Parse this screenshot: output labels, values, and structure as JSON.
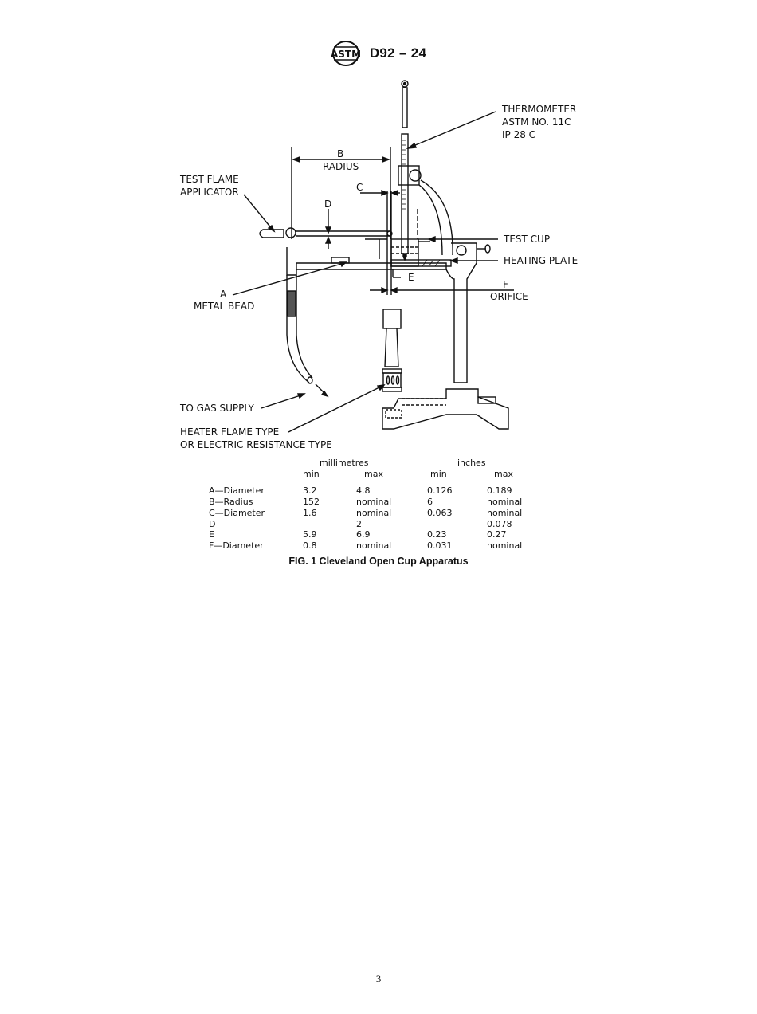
{
  "header": {
    "logo": "astm-logo-icon",
    "designation": "D92 – 24"
  },
  "figure": {
    "labels": {
      "thermometer_1": "THERMOMETER",
      "thermometer_2": "ASTM NO. 11C",
      "thermometer_3": "IP 28 C",
      "b": "B",
      "radius": "RADIUS",
      "test_flame_1": "TEST FLAME",
      "test_flame_2": "APPLICATOR",
      "c": "C",
      "d": "D",
      "test_cup": "TEST CUP",
      "heating_plate": "HEATING PLATE",
      "e": "E",
      "f": "F",
      "orifice": "ORIFICE",
      "a": "A",
      "metal_bead": "METAL BEAD",
      "gas_supply": "TO GAS SUPPLY",
      "heater_1": "HEATER FLAME TYPE",
      "heater_2": "OR ELECTRIC RESISTANCE TYPE"
    }
  },
  "table": {
    "group_headers": [
      "millimetres",
      "inches"
    ],
    "sub_headers": [
      "min",
      "max",
      "min",
      "max"
    ],
    "rows": [
      {
        "label": "A—Diameter",
        "mm_min": "3.2",
        "mm_max": "4.8",
        "in_min": "0.126",
        "in_max": "0.189"
      },
      {
        "label": "B—Radius",
        "mm_min": "152",
        "mm_max": "nominal",
        "in_min": "6",
        "in_max": "nominal"
      },
      {
        "label": "C—Diameter",
        "mm_min": "1.6",
        "mm_max": "nominal",
        "in_min": "0.063",
        "in_max": "nominal"
      },
      {
        "label": "D",
        "mm_min": "",
        "mm_max": "2",
        "in_min": "",
        "in_max": "0.078"
      },
      {
        "label": "E",
        "mm_min": "5.9",
        "mm_max": "6.9",
        "in_min": "0.23",
        "in_max": "0.27"
      },
      {
        "label": "F—Diameter",
        "mm_min": "0.8",
        "mm_max": "nominal",
        "in_min": "0.031",
        "in_max": "nominal"
      }
    ]
  },
  "caption": "FIG. 1  Cleveland Open Cup Apparatus",
  "page_number": "3"
}
